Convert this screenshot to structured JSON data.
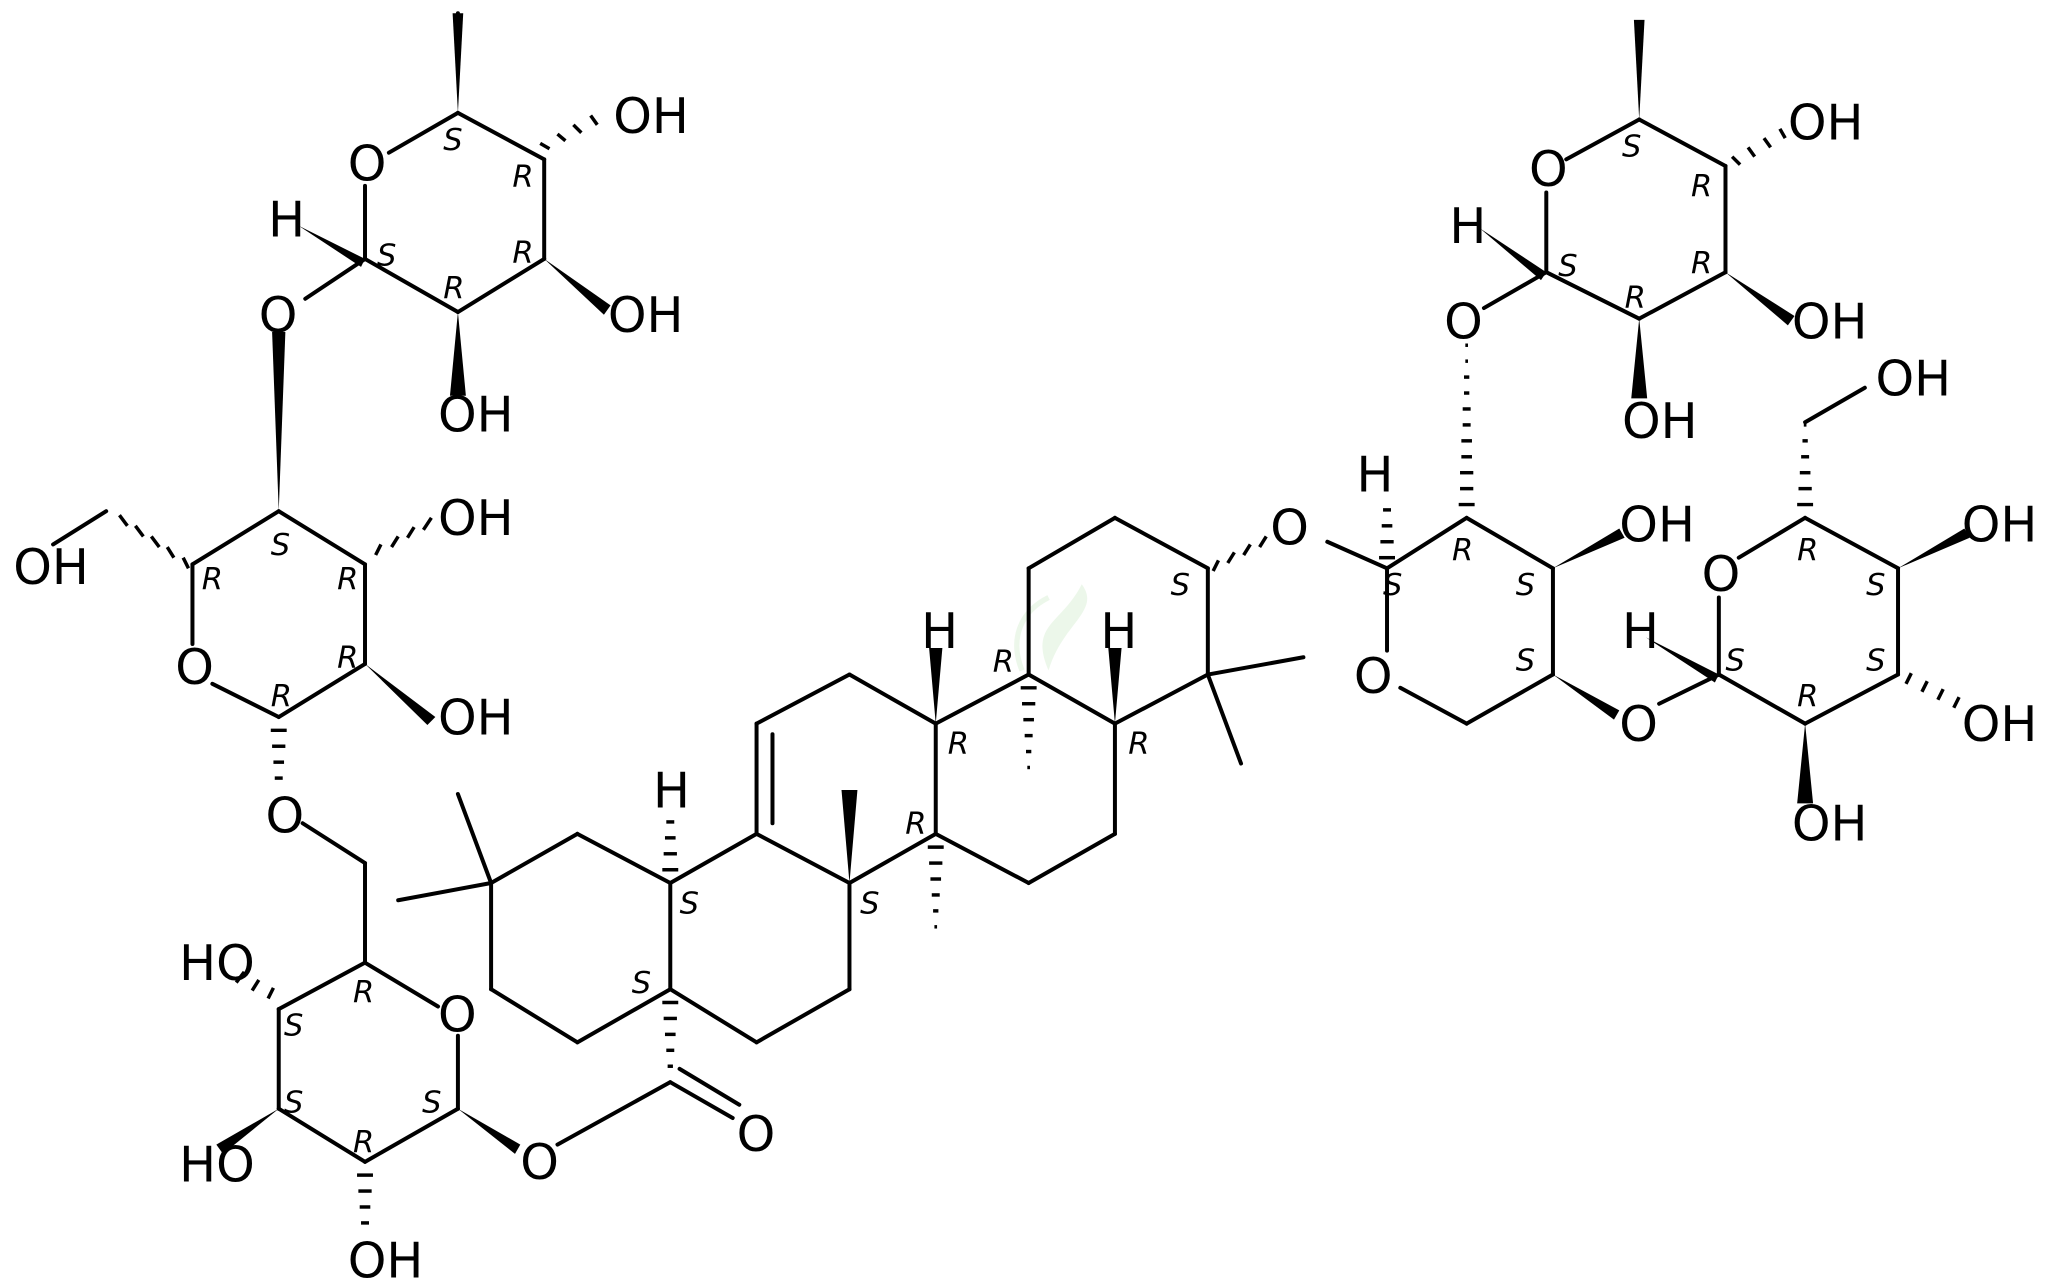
{
  "molecule": {
    "atom_labels": {
      "oh": "OH",
      "ho": "HO",
      "o": "O",
      "h": "H"
    },
    "stereo_labels": [
      "R",
      "S"
    ]
  },
  "watermark": {
    "icon": "leaf-watermark-icon"
  }
}
